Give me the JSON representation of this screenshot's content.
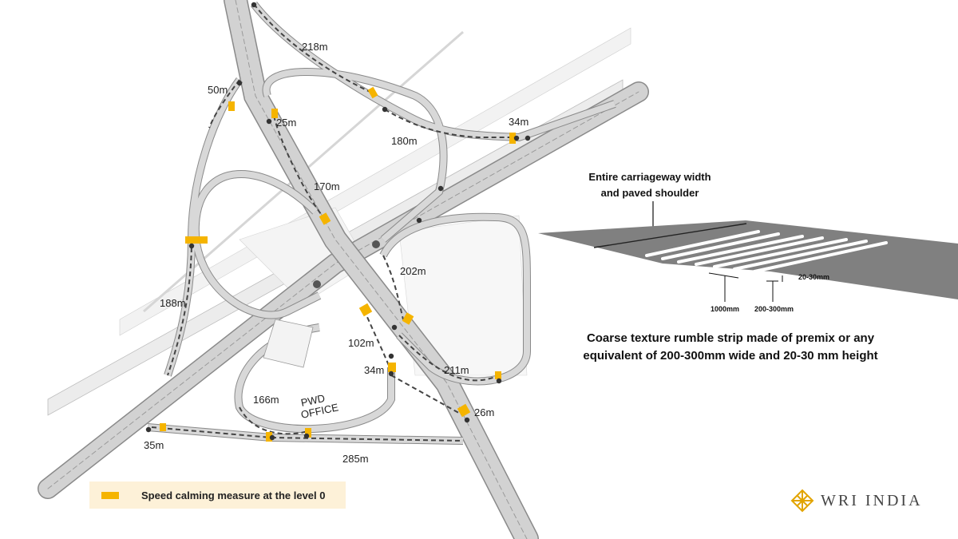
{
  "map": {
    "distance_labels": [
      "218m",
      "50m",
      "25m",
      "34m",
      "180m",
      "170m",
      "202m",
      "188m",
      "102m",
      "34m",
      "211m",
      "166m",
      "26m",
      "35m",
      "285m"
    ],
    "office_label": [
      "PWD",
      "OFFICE"
    ],
    "colors": {
      "calming_marker": "#f5b400",
      "road": "#c8c8c8",
      "road_edge": "#8a8a8a",
      "dashed_lane": "#444444",
      "background": "#ffffff"
    }
  },
  "rumble_strip": {
    "title_lines": [
      "Entire carriageway width",
      "and paved shoulder"
    ],
    "dim_spacing": "1000mm",
    "dim_width": "200-300mm",
    "dim_height": "20-30mm",
    "caption_lines": [
      "Coarse texture rumble strip made of premix or any",
      "equivalent of 200-300mm wide and 20-30 mm height"
    ]
  },
  "legend": {
    "label": "Speed calming measure at the level 0",
    "swatch_icon": "yellow-bar-icon"
  },
  "brand": {
    "name": "WRI INDIA",
    "logo_icon": "wri-lattice-logo-icon"
  }
}
